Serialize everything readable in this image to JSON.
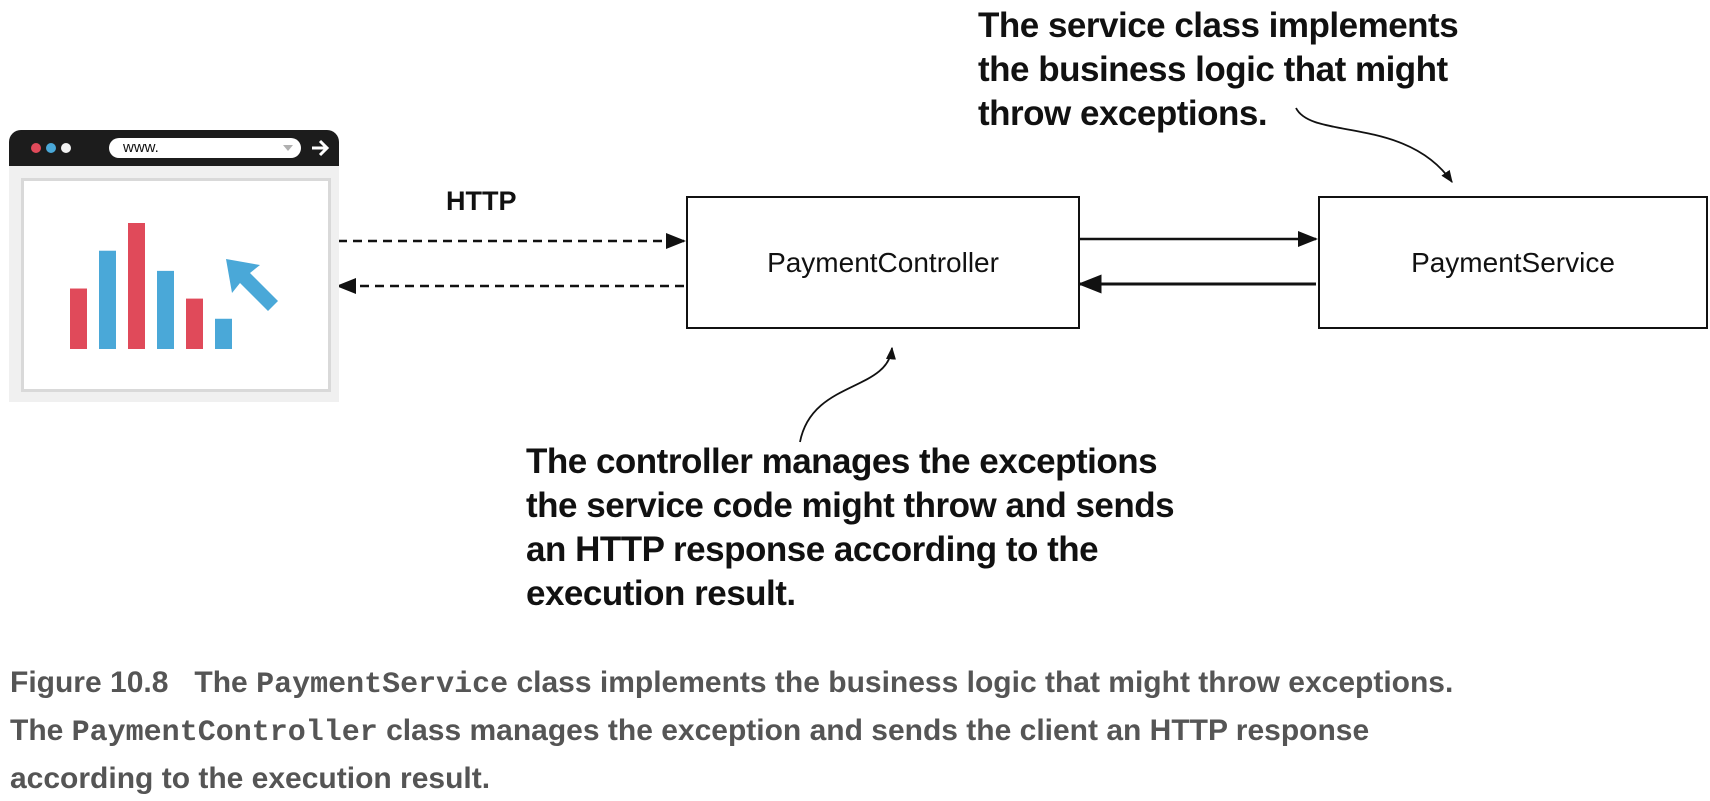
{
  "browser": {
    "url_text": "www.",
    "bar_colors": [
      "#e04a5a",
      "#4aa8d8",
      "#e04a5a",
      "#4aa8d8",
      "#e04a5a",
      "#4aa8d8"
    ],
    "bar_levels": [
      0.48,
      0.78,
      1.0,
      0.62,
      0.4,
      0.24
    ],
    "accent_red": "#e04a5a",
    "accent_blue": "#4aa8d8"
  },
  "diagram": {
    "http_label": "HTTP",
    "controller_label": "PaymentController",
    "service_label": "PaymentService"
  },
  "annotations": {
    "service_note": [
      "The service class implements",
      "the business logic that might",
      "throw exceptions."
    ],
    "controller_note": [
      "The controller manages the exceptions",
      "the service code might throw and sends",
      "an HTTP response according to the",
      "execution result."
    ]
  },
  "caption": {
    "figure_number": "Figure 10.8",
    "line1_a": "The ",
    "line1_code": "PaymentService",
    "line1_b": " class implements the business logic that might throw exceptions.",
    "line2_a": "The ",
    "line2_code": "PaymentController",
    "line2_b": " class manages the exception and sends the client an HTTP response",
    "line3": "according to the execution result."
  }
}
